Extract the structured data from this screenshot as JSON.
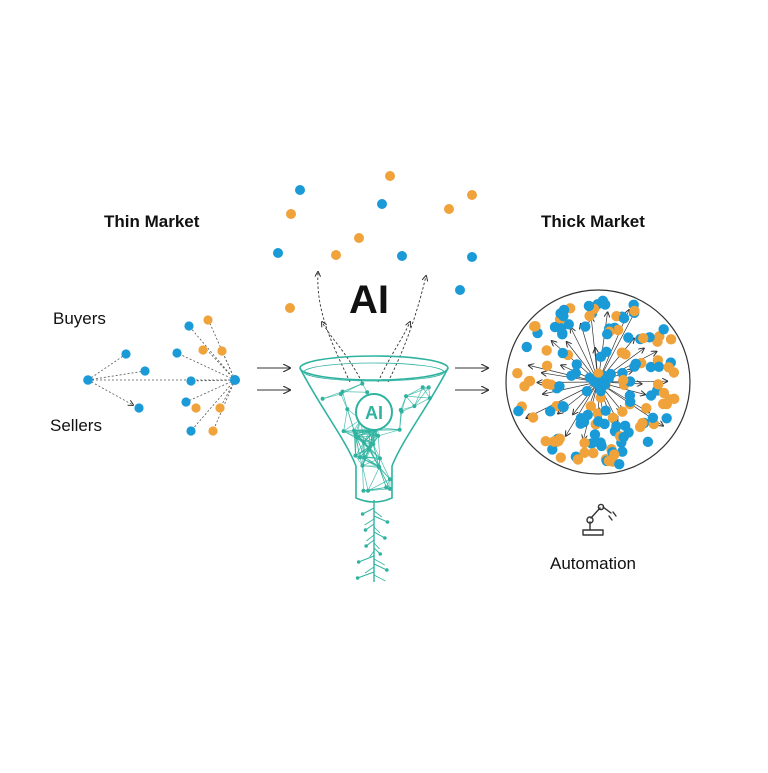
{
  "labels": {
    "thin_market": "Thin Market",
    "thick_market": "Thick Market",
    "buyers": "Buyers",
    "sellers": "Sellers",
    "ai_big": "AI",
    "ai_funnel": "AI",
    "automation": "Automation"
  },
  "colors": {
    "buyer": "#1a9ad6",
    "seller": "#f0a23b",
    "funnel": "#2fb3a0",
    "line": "#333333",
    "text": "#111111"
  },
  "icons": [
    "robot-arm-icon"
  ]
}
